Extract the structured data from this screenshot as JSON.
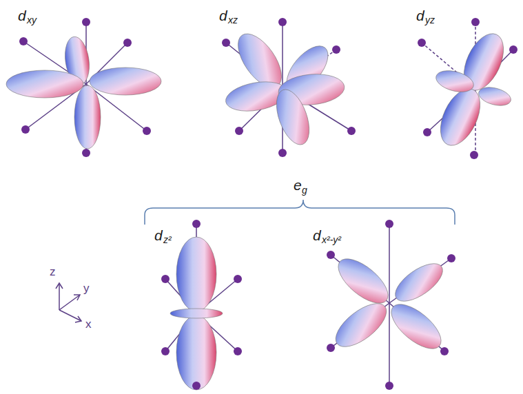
{
  "diagram": {
    "labels": [
      "d",
      "xy",
      "d",
      "xz",
      "d",
      "yz",
      "e",
      "g",
      "d",
      "z²",
      "d",
      "x²-y²",
      "z",
      "y",
      "x"
    ]
  }
}
